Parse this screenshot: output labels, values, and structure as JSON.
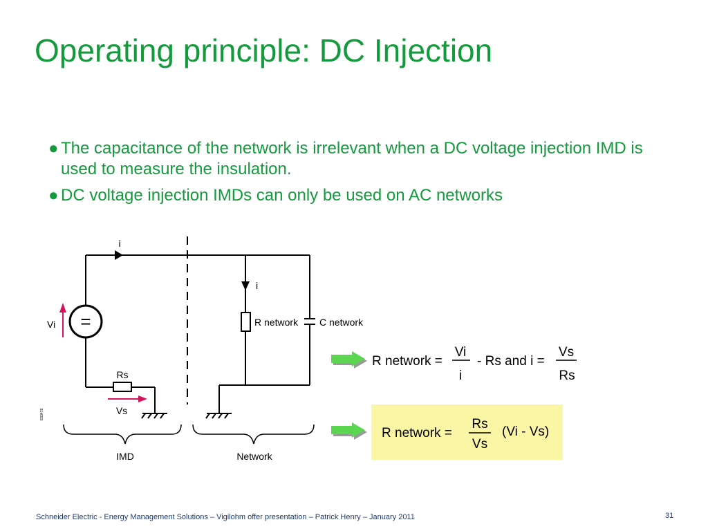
{
  "slide": {
    "title": "Operating principle: DC Injection",
    "bullets": [
      {
        "marker": "●",
        "text": "The capacitance of the network is irrelevant when a DC voltage injection IMD is used to measure the insulation."
      },
      {
        "marker": "●",
        "text": "DC voltage injection IMDs can only be used on AC networks"
      }
    ]
  },
  "diagram": {
    "current_top": "i",
    "current_branch": "i",
    "source_symbol": "=",
    "source_voltage": "Vi",
    "shunt_resistor": "Rs",
    "shunt_voltage": "Vs",
    "r_network": "R network",
    "c_network": "C network",
    "drawing_ref": "E93478",
    "group_imd": "IMD",
    "group_network": "Network"
  },
  "formulas": {
    "f1_lhs": "R network =",
    "f1_num": "Vi",
    "f1_den": "i",
    "f1_mid": "- Rs and i =",
    "f1_num2": "Vs",
    "f1_den2": "Rs",
    "f2_lhs": "R network =",
    "f2_num": "Rs",
    "f2_den": "Vs",
    "f2_rhs": "(Vi - Vs)"
  },
  "footer": {
    "text": "Schneider Electric - Energy Management Solutions – Vigilohm offer presentation – Patrick Henry – January 2011",
    "page": "31"
  },
  "colors": {
    "title_green": "#149a3c",
    "arrow_magenta": "#d4145a",
    "highlight_yellow": "#fbf6a6",
    "footer_blue": "#1f3a6e"
  }
}
